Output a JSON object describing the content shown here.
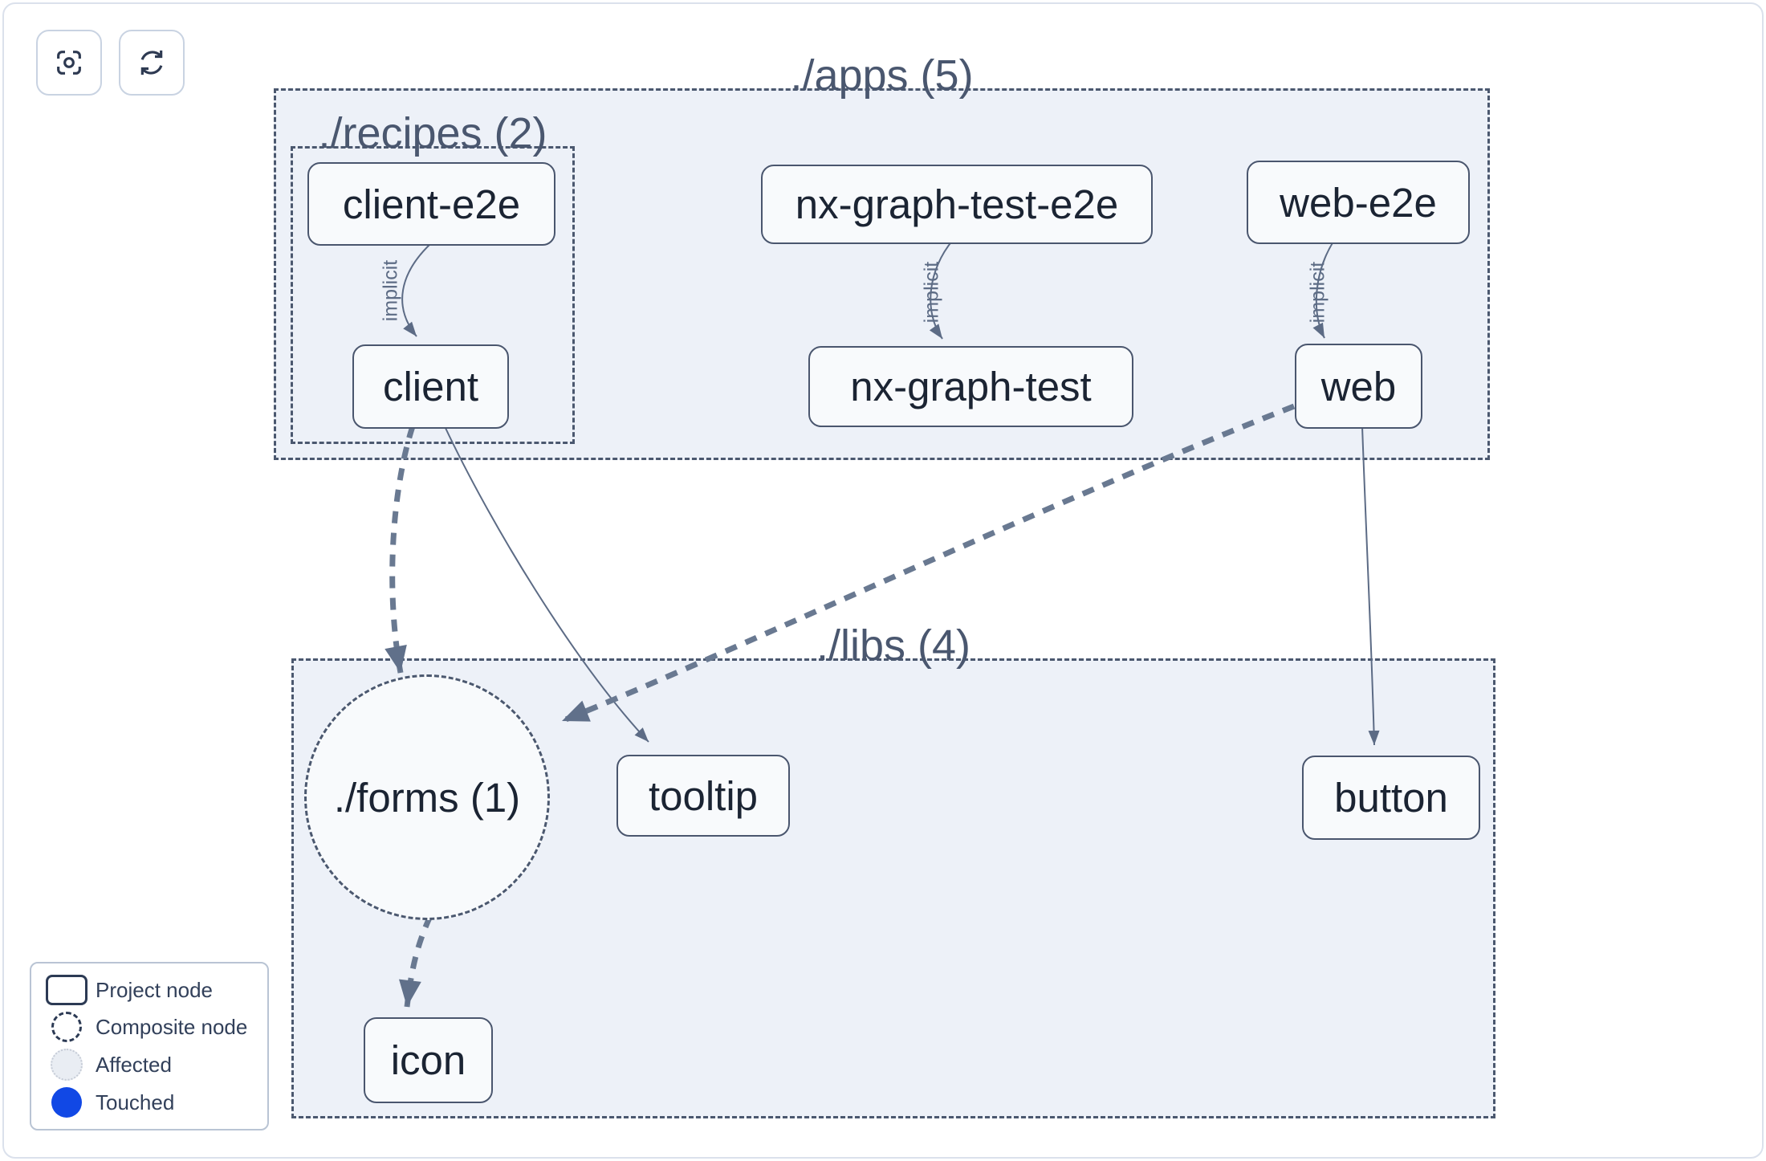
{
  "toolbar": {
    "buttons": [
      {
        "icon": "center-focus-icon"
      },
      {
        "icon": "refresh-icon"
      }
    ]
  },
  "graph": {
    "containers": {
      "apps": {
        "label": "./apps (5)"
      },
      "recipes": {
        "label": "./recipes (2)"
      },
      "libs": {
        "label": "./libs (4)"
      }
    },
    "nodes": {
      "client_e2e": "client-e2e",
      "nx_graph_test_e2e": "nx-graph-test-e2e",
      "web_e2e": "web-e2e",
      "client": "client",
      "nx_graph_test": "nx-graph-test",
      "web": "web",
      "forms": "./forms (1)",
      "tooltip": "tooltip",
      "button": "button",
      "icon": "icon"
    },
    "edge_label": "implicit",
    "edges": [
      {
        "from": "client-e2e",
        "to": "client",
        "type": "implicit"
      },
      {
        "from": "nx-graph-test-e2e",
        "to": "nx-graph-test",
        "type": "implicit"
      },
      {
        "from": "web-e2e",
        "to": "web",
        "type": "implicit"
      },
      {
        "from": "client",
        "to": "./forms (1)",
        "type": "affected-dashed"
      },
      {
        "from": "client",
        "to": "tooltip",
        "type": "static"
      },
      {
        "from": "web",
        "to": "./forms (1)",
        "type": "affected-dashed"
      },
      {
        "from": "web",
        "to": "button",
        "type": "static"
      },
      {
        "from": "./forms (1)",
        "to": "icon",
        "type": "affected-dashed"
      }
    ]
  },
  "legend": {
    "items": [
      {
        "icon": "project-node-icon",
        "label": "Project node"
      },
      {
        "icon": "composite-node-icon",
        "label": "Composite node"
      },
      {
        "icon": "affected-icon",
        "label": "Affected"
      },
      {
        "icon": "touched-icon",
        "label": "Touched"
      }
    ]
  },
  "colors": {
    "touched_blue": "#1148e5",
    "affected_fill": "#e9edf3",
    "container_fill": "#edf1f8",
    "node_fill": "#f8fafc",
    "slate_border": "#4b586f",
    "edge_gray": "#64748e"
  }
}
